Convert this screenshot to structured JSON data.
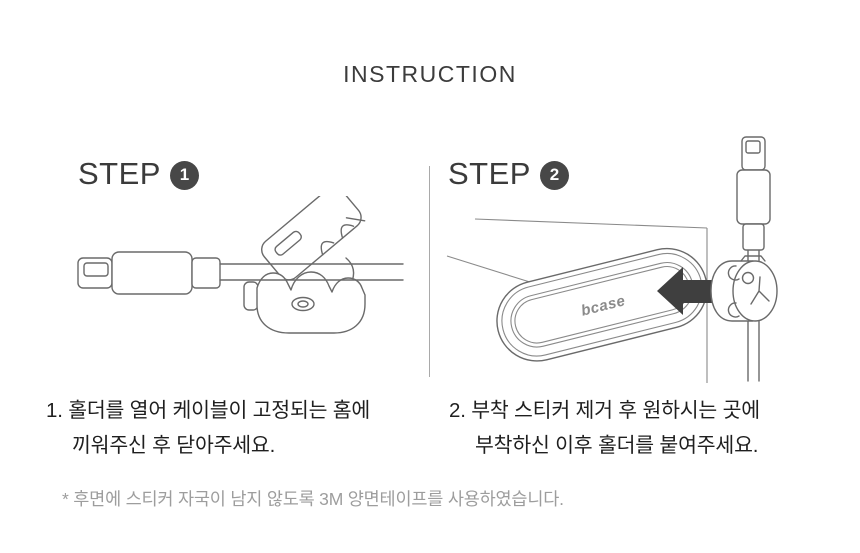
{
  "title": "INSTRUCTION",
  "steps": [
    {
      "label": "STEP",
      "number": "1",
      "text_line1": "1. 홀더를 열어 케이블이 고정되는 홈에",
      "text_line2": "끼워주신 후 닫아주세요."
    },
    {
      "label": "STEP",
      "number": "2",
      "text_line1": "2. 부착 스티커 제거 후 원하시는 곳에",
      "text_line2": "부착하신 이후 홀더를 붙여주세요."
    }
  ],
  "footnote": "* 후면에 스티커 자국이 남지 않도록 3M 양면테이프를 사용하였습니다.",
  "brand_logo": "bcase",
  "colors": {
    "background": "#ffffff",
    "title_text": "#3c3c3c",
    "step_text": "#3b3b3b",
    "badge_fill": "#474747",
    "badge_number": "#ffffff",
    "body_text": "#1f1f1f",
    "footnote_text": "#9d9d9d",
    "line_art": "#6a6a6a",
    "arrow_fill": "#3f3f3f",
    "divider": "#a9a9a9"
  }
}
